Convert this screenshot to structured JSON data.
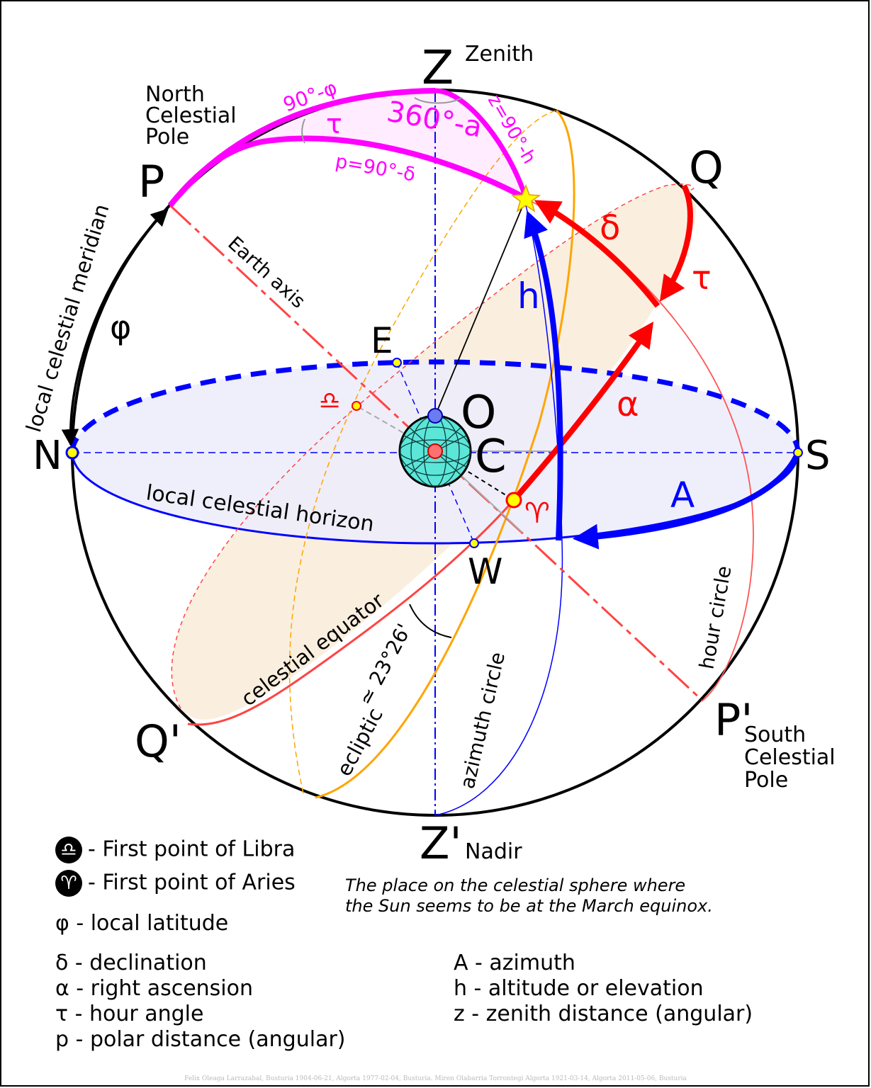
{
  "labels": {
    "Z": "Z",
    "zenith": "Zenith",
    "Zp": "Z'",
    "nadir": "Nadir",
    "P": "P",
    "Pp": "P'",
    "ncp": [
      "North",
      "Celestial",
      "Pole"
    ],
    "scp": [
      "South",
      "Celestial",
      "Pole"
    ],
    "Q": "Q",
    "Qp": "Q'",
    "N": "N",
    "S": "S",
    "E": "E",
    "W": "W",
    "O": "O",
    "C": "C",
    "phi": "φ",
    "local_meridian": "local celestial meridian",
    "earth_axis": "Earth axis",
    "horizon": "local celestial horizon",
    "celestial_equator": "celestial equator",
    "ecliptic": "ecliptic",
    "azimuth_circle": "azimuth circle",
    "hour_circle": "hour circle",
    "obliquity": "≃ 23°26'",
    "delta": "δ",
    "tau_red": "τ",
    "alpha": "α",
    "A": "A",
    "h": "h",
    "tau_mag": "τ",
    "colat": "90°-φ",
    "az_mag": "360°-a",
    "zdist": "z=90°-h",
    "pdist": "p=90°-δ",
    "libra_sym": "♎",
    "aries_sym": "♈"
  },
  "legend": {
    "libra": {
      "symbol": "♎",
      "text": "- First point of Libra"
    },
    "aries": {
      "symbol": "♈",
      "text": "- First point of Aries"
    },
    "aries_note": [
      "The place on the celestial sphere where",
      "the Sun seems to be at the March equinox."
    ],
    "phi": "φ - local latitude",
    "left": [
      "δ - declination",
      "α - right ascension",
      "τ - hour angle",
      "p - polar distance (angular)"
    ],
    "right": [
      "A - azimuth",
      "h - altitude or elevation",
      "z - zenith distance (angular)"
    ]
  },
  "credit": "Felix Oleaga Larrazabal,    Busturia 1904-06-21, Algorta 1977-02-04,    Busturia.        Miren Olabarria Torrontegi   Algorta 1921-03-14,  Algorta 2011-05-06,    Busturia",
  "colors": {
    "magenta": "#ff00ff",
    "red": "#ff0000",
    "blue": "#0000ff",
    "orange": "#ffa500",
    "horizon_fill": "#ececfb",
    "equator_fill": "#faeedd",
    "earth": "#5ce6d8"
  }
}
